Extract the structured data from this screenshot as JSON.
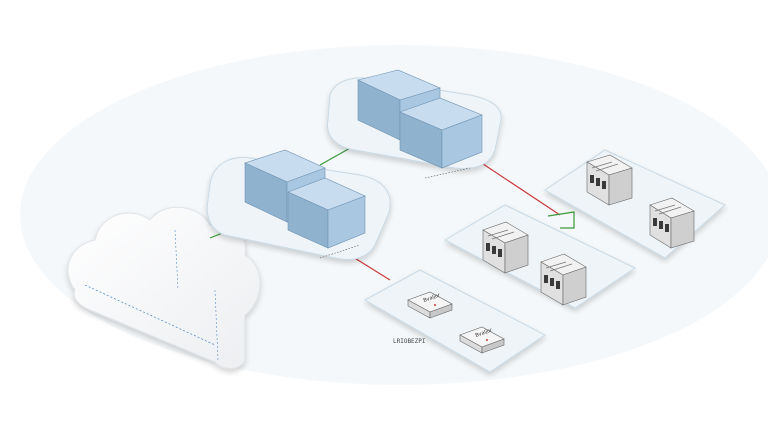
{
  "diagram": {
    "cloud_icon": "cloud-icon",
    "platforms": [
      {
        "name": "core-platform-upper",
        "blocks": 2
      },
      {
        "name": "core-platform-lower",
        "blocks": 2
      },
      {
        "name": "server-platform-middle",
        "servers": 2
      },
      {
        "name": "server-platform-right",
        "servers": 2
      },
      {
        "name": "appliance-platform",
        "appliances": 2
      }
    ],
    "appliance_labels": [
      "Bvaljor",
      "Bvaljor"
    ],
    "platform_caption": "LRIOBEZPI"
  },
  "colors": {
    "platform_fill": "#eef4f8",
    "platform_stroke": "#c9d9e4",
    "block_top": "#b8d2e6",
    "block_side": "#8fb2cf",
    "server_body": "#e9e9e9",
    "server_dark": "#3a3a3a",
    "link_green": "#3a9a3a",
    "link_red": "#c83a3a",
    "cloud_fill": "#f7f8f9",
    "cloud_dash": "#5b8fc7"
  }
}
